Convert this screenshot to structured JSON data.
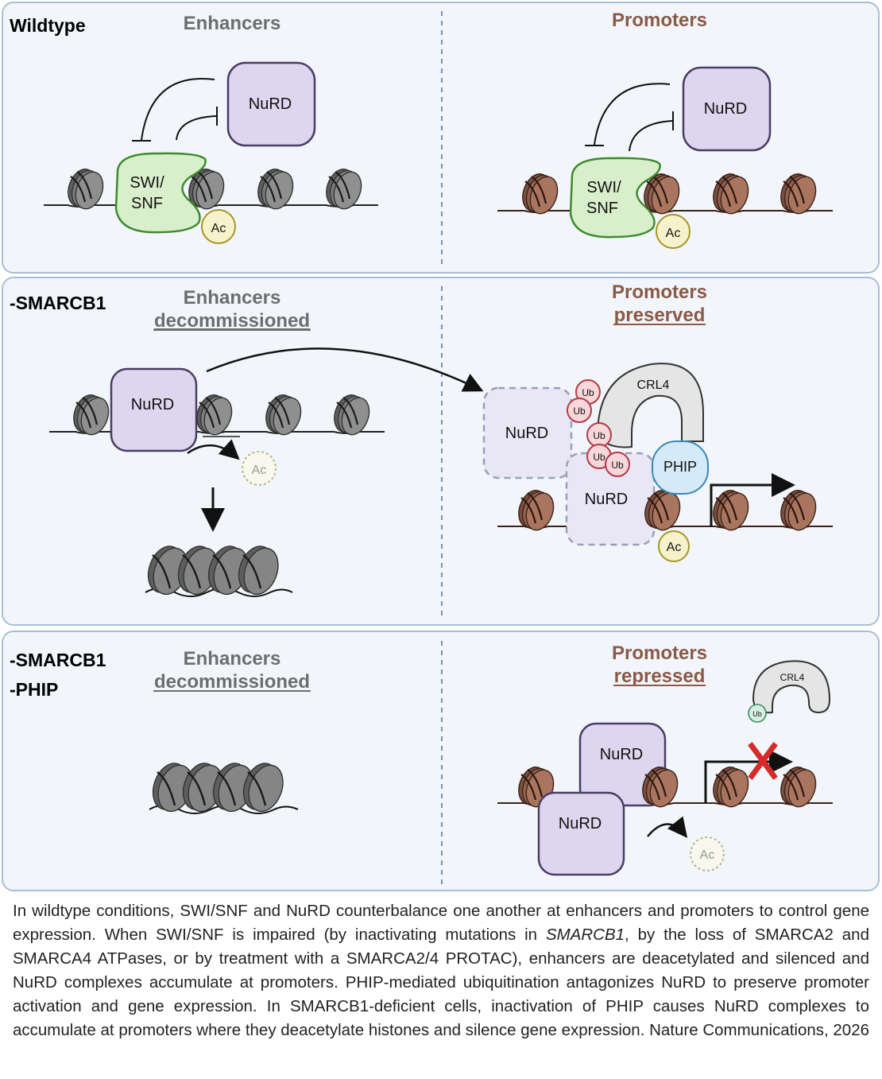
{
  "panels": [
    {
      "condition": [
        "Wildtype"
      ],
      "left_title": "Enhancers",
      "left_subtitle": "",
      "right_title": "Promoters",
      "right_subtitle": ""
    },
    {
      "condition": [
        "-SMARCB1"
      ],
      "left_title": "Enhancers",
      "left_subtitle": "decommissioned",
      "right_title": "Promoters",
      "right_subtitle": "preserved"
    },
    {
      "condition": [
        "-SMARCB1",
        "-PHIP"
      ],
      "left_title": "Enhancers",
      "left_subtitle": "decommissioned",
      "right_title": "Promoters",
      "right_subtitle": "repressed"
    }
  ],
  "labels": {
    "nurd": "NuRD",
    "swisnf_line1": "SWI/",
    "swisnf_line2": "SNF",
    "ac": "Ac",
    "ub": "Ub",
    "crl4": "CRL4",
    "phip": "PHIP"
  },
  "caption": {
    "part1": "In wildtype conditions, SWI/SNF and NuRD counterbalance one another at enhancers and promoters to control gene expression. When SWI/SNF is impaired (by inactivating mutations in ",
    "italic": "SMARCB1",
    "part2": ", by the loss of SMARCA2 and SMARCA4 ATPases, or by treatment with a SMARCA2/4 PROTAC), enhancers are deacetylated and silenced and NuRD complexes accumulate at promoters. PHIP-mediated ubiquitination antagonizes NuRD to preserve promoter activation and gene expression. In SMARCB1-deficient cells, inactivation of PHIP causes NuRD complexes to accumulate at promoters where they deacetylate histones and silence gene expression. Nature Communications, 2026"
  },
  "colors": {
    "panel_bg": "#f2f6fa",
    "panel_border": "#a9bed6",
    "divider": "#7c90b4",
    "enhancer_title": "#6d6d6d",
    "promoter_title": "#8a5a48",
    "nurd_fill": "#ddd6ee",
    "nurd_stroke": "#4a3d66",
    "swisnf_fill": "#d9efcc",
    "swisnf_stroke": "#3e8a2c",
    "ac_fill": "#f6f3cc",
    "ac_stroke": "#a89528",
    "ub_fill": "#f7d7d9",
    "ub_stroke": "#b23a48",
    "crl4_fill": "#e5e5e5",
    "phip_fill": "#d4eaf7",
    "phip_stroke": "#3a86b8",
    "gray_nucleosome": "#6c6c6c",
    "brown_nucleosome": "#8b5e4c",
    "red_x": "#d62b2b"
  }
}
